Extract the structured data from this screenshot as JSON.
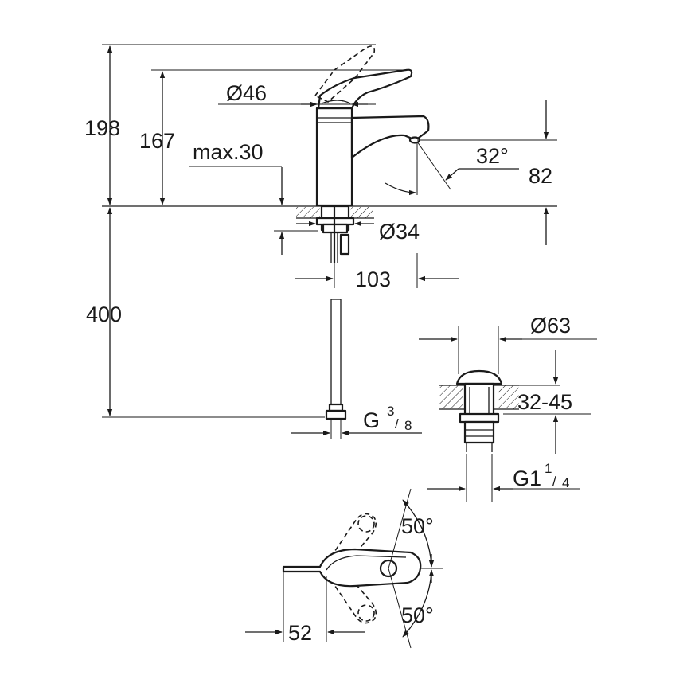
{
  "dimensions": {
    "total_height": "198",
    "body_height": "167",
    "lever_diameter": "Ø46",
    "max_thickness": "max.30",
    "spout_angle": "32°",
    "spout_height": "82",
    "hole_diameter": "Ø34",
    "projection": "103",
    "hose_length": "400",
    "hose_thread": "G",
    "hose_thread_num": "3",
    "hose_thread_den": "8",
    "waste_diameter": "Ø63",
    "waste_range": "32-45",
    "waste_thread": "G1",
    "waste_thread_num": "1",
    "waste_thread_den": "4",
    "lever_angle_top": "50°",
    "lever_angle_bottom": "50°",
    "lever_offset": "52"
  },
  "colors": {
    "line": "#1a1a1a",
    "background": "#ffffff"
  }
}
